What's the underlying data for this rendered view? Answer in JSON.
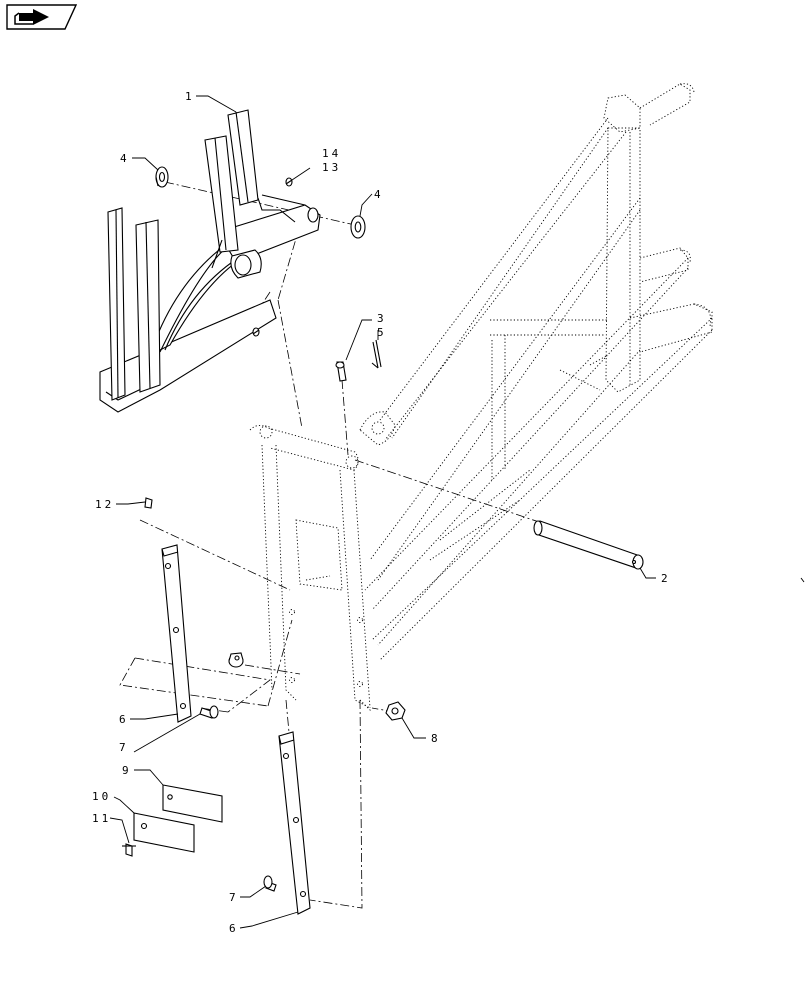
{
  "nav": {
    "icon": "arrow-forward-icon"
  },
  "callouts": [
    {
      "id": "c1",
      "label": "1"
    },
    {
      "id": "c4a",
      "label": "4"
    },
    {
      "id": "c14",
      "label": "14"
    },
    {
      "id": "c13",
      "label": "13"
    },
    {
      "id": "c4b",
      "label": "4"
    },
    {
      "id": "c3",
      "label": "3"
    },
    {
      "id": "c5",
      "label": "5"
    },
    {
      "id": "c12",
      "label": "12"
    },
    {
      "id": "c2",
      "label": "2"
    },
    {
      "id": "c6a",
      "label": "6"
    },
    {
      "id": "c7a",
      "label": "7"
    },
    {
      "id": "c8",
      "label": "8"
    },
    {
      "id": "c9",
      "label": "9"
    },
    {
      "id": "c10",
      "label": "10"
    },
    {
      "id": "c11",
      "label": "11"
    },
    {
      "id": "c7b",
      "label": "7"
    },
    {
      "id": "c6b",
      "label": "6"
    }
  ]
}
